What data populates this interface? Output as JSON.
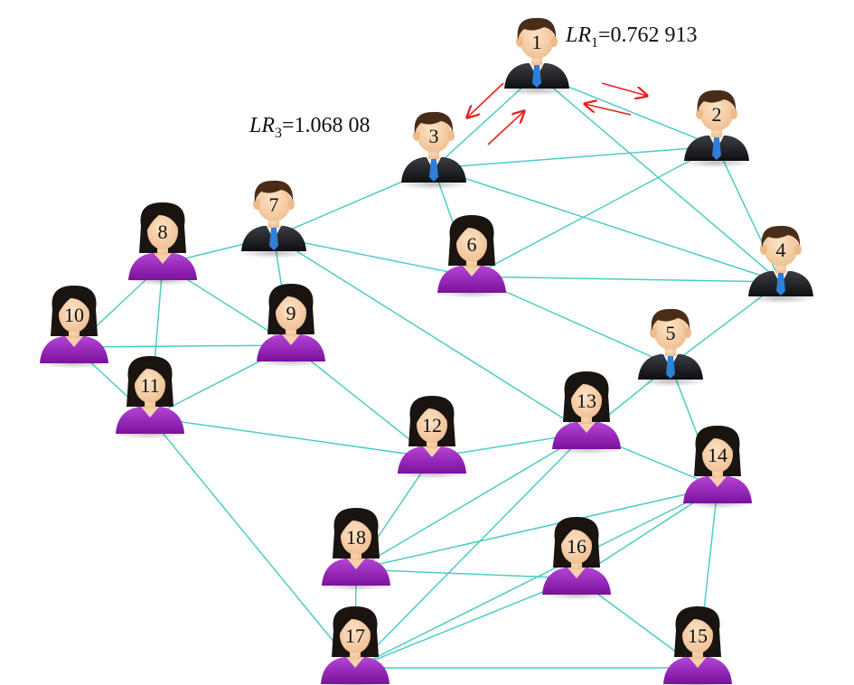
{
  "nodes": [
    {
      "id": 1,
      "label": "1",
      "type": "male"
    },
    {
      "id": 2,
      "label": "2",
      "type": "male"
    },
    {
      "id": 3,
      "label": "3",
      "type": "male"
    },
    {
      "id": 4,
      "label": "4",
      "type": "male"
    },
    {
      "id": 5,
      "label": "5",
      "type": "male"
    },
    {
      "id": 6,
      "label": "6",
      "type": "female"
    },
    {
      "id": 7,
      "label": "7",
      "type": "male"
    },
    {
      "id": 8,
      "label": "8",
      "type": "female"
    },
    {
      "id": 9,
      "label": "9",
      "type": "female"
    },
    {
      "id": 10,
      "label": "10",
      "type": "female"
    },
    {
      "id": 11,
      "label": "11",
      "type": "female"
    },
    {
      "id": 12,
      "label": "12",
      "type": "female"
    },
    {
      "id": 13,
      "label": "13",
      "type": "female"
    },
    {
      "id": 14,
      "label": "14",
      "type": "female"
    },
    {
      "id": 15,
      "label": "15",
      "type": "female"
    },
    {
      "id": 16,
      "label": "16",
      "type": "female"
    },
    {
      "id": 17,
      "label": "17",
      "type": "female"
    },
    {
      "id": 18,
      "label": "18",
      "type": "female"
    }
  ],
  "edges": [
    [
      1,
      3
    ],
    [
      1,
      2
    ],
    [
      1,
      4
    ],
    [
      3,
      2
    ],
    [
      3,
      7
    ],
    [
      3,
      6
    ],
    [
      3,
      4
    ],
    [
      2,
      6
    ],
    [
      2,
      4
    ],
    [
      7,
      8
    ],
    [
      7,
      9
    ],
    [
      7,
      6
    ],
    [
      7,
      13
    ],
    [
      6,
      4
    ],
    [
      6,
      5
    ],
    [
      4,
      5
    ],
    [
      8,
      10
    ],
    [
      8,
      11
    ],
    [
      8,
      9
    ],
    [
      10,
      9
    ],
    [
      10,
      11
    ],
    [
      11,
      9
    ],
    [
      9,
      12
    ],
    [
      11,
      12
    ],
    [
      11,
      17
    ],
    [
      12,
      13
    ],
    [
      12,
      18
    ],
    [
      5,
      13
    ],
    [
      5,
      14
    ],
    [
      13,
      14
    ],
    [
      13,
      18
    ],
    [
      13,
      17
    ],
    [
      18,
      14
    ],
    [
      18,
      16
    ],
    [
      18,
      17
    ],
    [
      16,
      17
    ],
    [
      16,
      15
    ],
    [
      14,
      15
    ],
    [
      17,
      15
    ],
    [
      14,
      16
    ],
    [
      14,
      17
    ]
  ],
  "annotations": {
    "lr1": {
      "prefix": "LR",
      "sub": "1",
      "value": "=0.762 913"
    },
    "lr3": {
      "prefix": "LR",
      "sub": "3",
      "value": "=1.068 08"
    }
  },
  "colors": {
    "edge": "#4ccdc4",
    "arrow": "#e82020",
    "male_suit": "#1c1e22",
    "male_tie": "#2e7fd8",
    "female_shirt": "#9320b8",
    "skin": "#f6d2ac",
    "hair_male": "#4a2d18",
    "hair_female": "#1a1410"
  }
}
